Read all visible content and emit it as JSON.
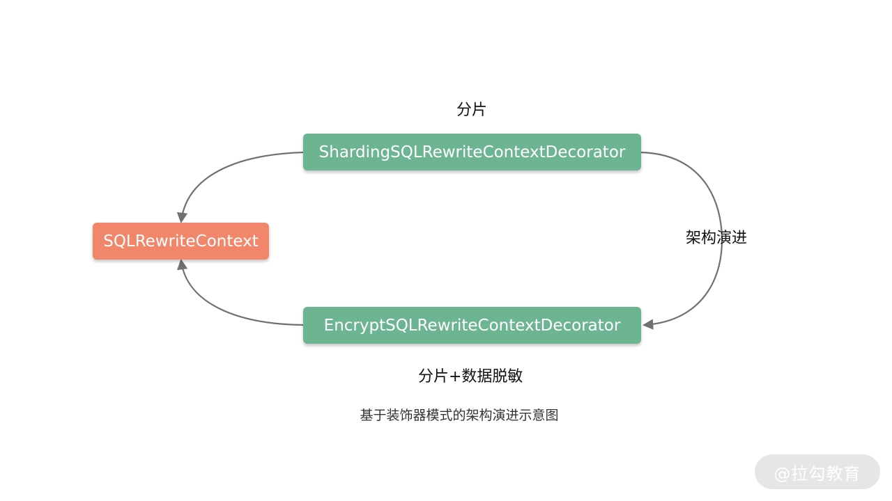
{
  "nodes": {
    "sharding_decorator": "ShardingSQLRewriteContextDecorator",
    "encrypt_decorator": "EncryptSQLRewriteContextDecorator",
    "rewrite_context": "SQLRewriteContext"
  },
  "labels": {
    "top": "分片",
    "right": "架构演进",
    "bottom": "分片+数据脱敏"
  },
  "caption": "基于装饰器模式的架构演进示意图",
  "watermark": "@拉勾教育",
  "colors": {
    "decorator_fill": "#6db592",
    "context_fill": "#f2866a",
    "arrow": "#707070"
  }
}
